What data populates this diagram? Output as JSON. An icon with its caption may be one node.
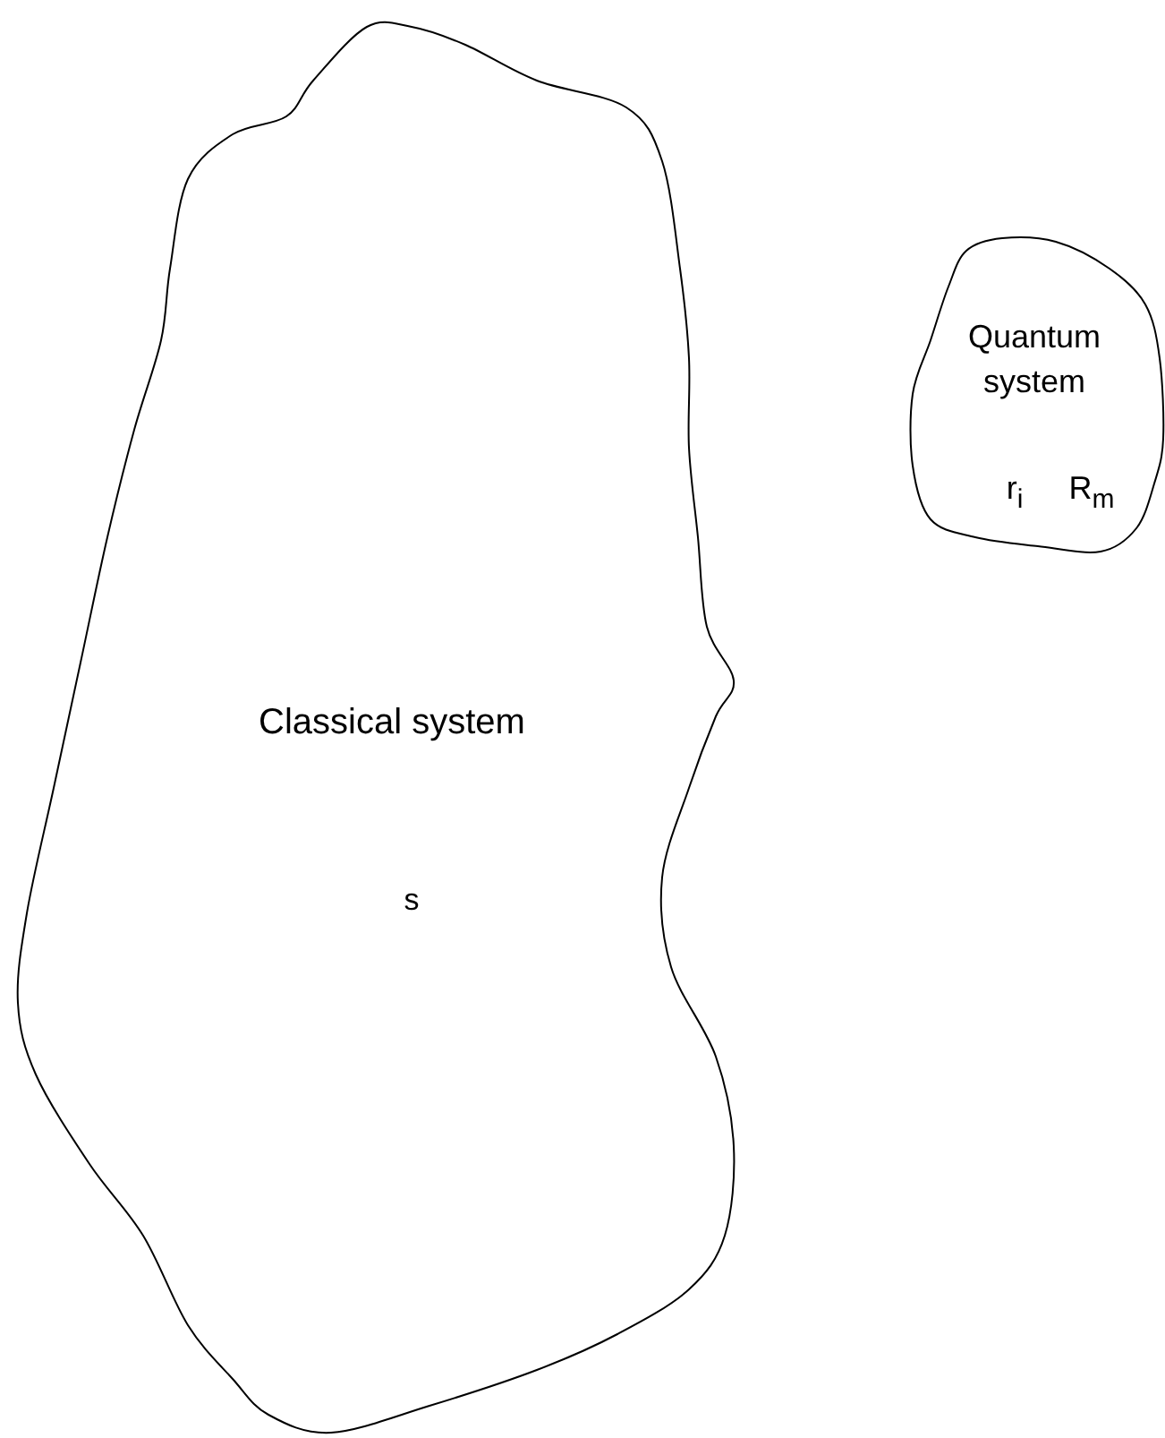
{
  "diagram": {
    "nodes": [
      {
        "text": [
          "Classical system",
          "s"
        ]
      },
      {
        "text": [
          "Quantum system",
          "r$_{i}$",
          "R$_{m}$"
        ]
      }
    ],
    "edges": []
  }
}
